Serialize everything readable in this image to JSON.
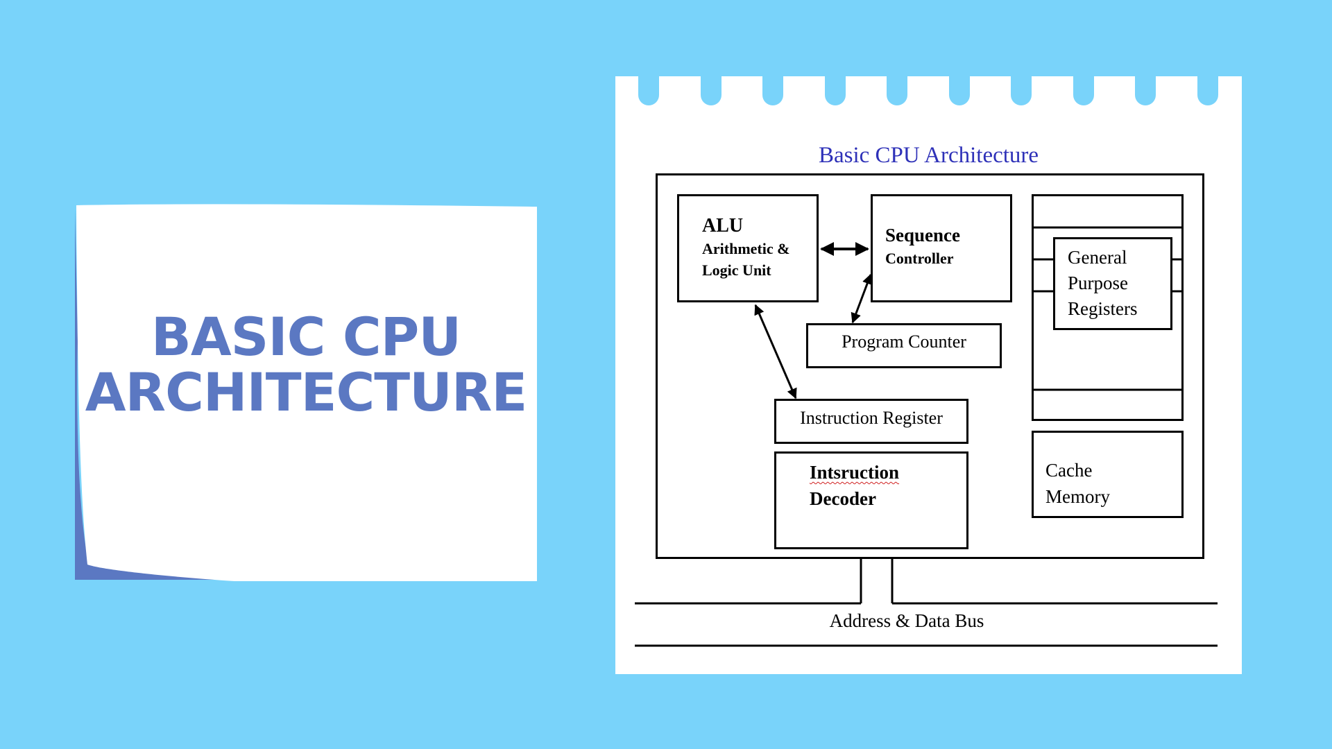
{
  "title_card": {
    "line1": "BASIC CPU",
    "line2": "ARCHITECTURE"
  },
  "diagram": {
    "title": "Basic CPU  Architecture",
    "alu": {
      "name": "ALU",
      "line1": "Arithmetic &",
      "line2": "Logic Unit"
    },
    "sequence_controller": {
      "line1": "Sequence",
      "line2": "Controller"
    },
    "program_counter": "Program Counter",
    "instruction_register": "Instruction Register",
    "instruction_decoder": {
      "line1": "Intsruction",
      "line2": "Decoder"
    },
    "general_purpose_registers": {
      "line1": "General",
      "line2": "Purpose",
      "line3": "Registers"
    },
    "cache_memory": {
      "line1": "Cache",
      "line2": "Memory"
    },
    "bus": "Address & Data Bus"
  },
  "colors": {
    "background": "#79d3fa",
    "title_text": "#5b78c2",
    "diagram_title": "#2e31b8"
  }
}
